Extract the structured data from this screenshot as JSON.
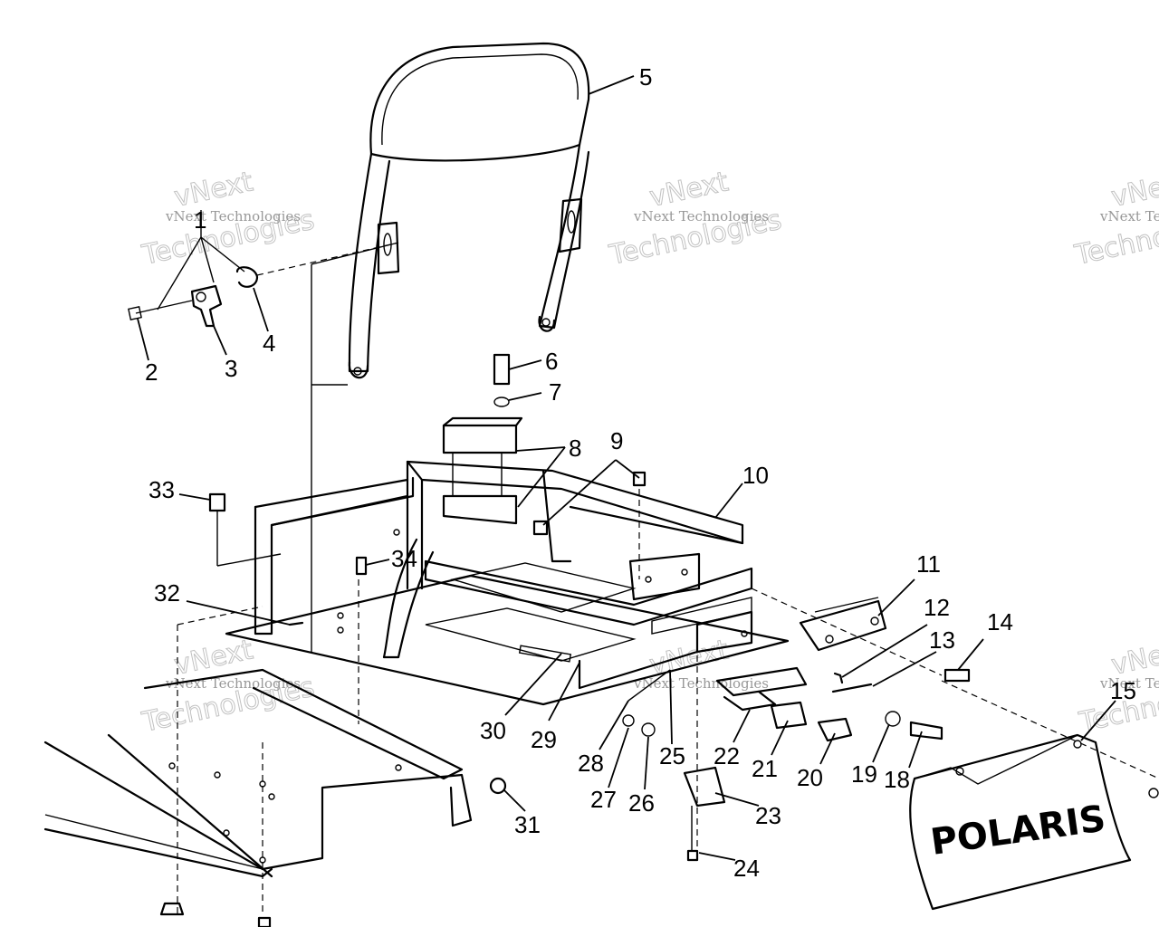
{
  "callouts": [
    "1",
    "2",
    "3",
    "4",
    "5",
    "6",
    "7",
    "8",
    "9",
    "10",
    "11",
    "12",
    "13",
    "14",
    "15",
    "18",
    "19",
    "20",
    "21",
    "22",
    "23",
    "24",
    "25",
    "26",
    "27",
    "28",
    "29",
    "30",
    "31",
    "32",
    "33",
    "34"
  ],
  "watermark": {
    "line1": "vNext Technologies",
    "line2": "Technologies",
    "line3": "vNext"
  },
  "brand_text": "POLARIS"
}
